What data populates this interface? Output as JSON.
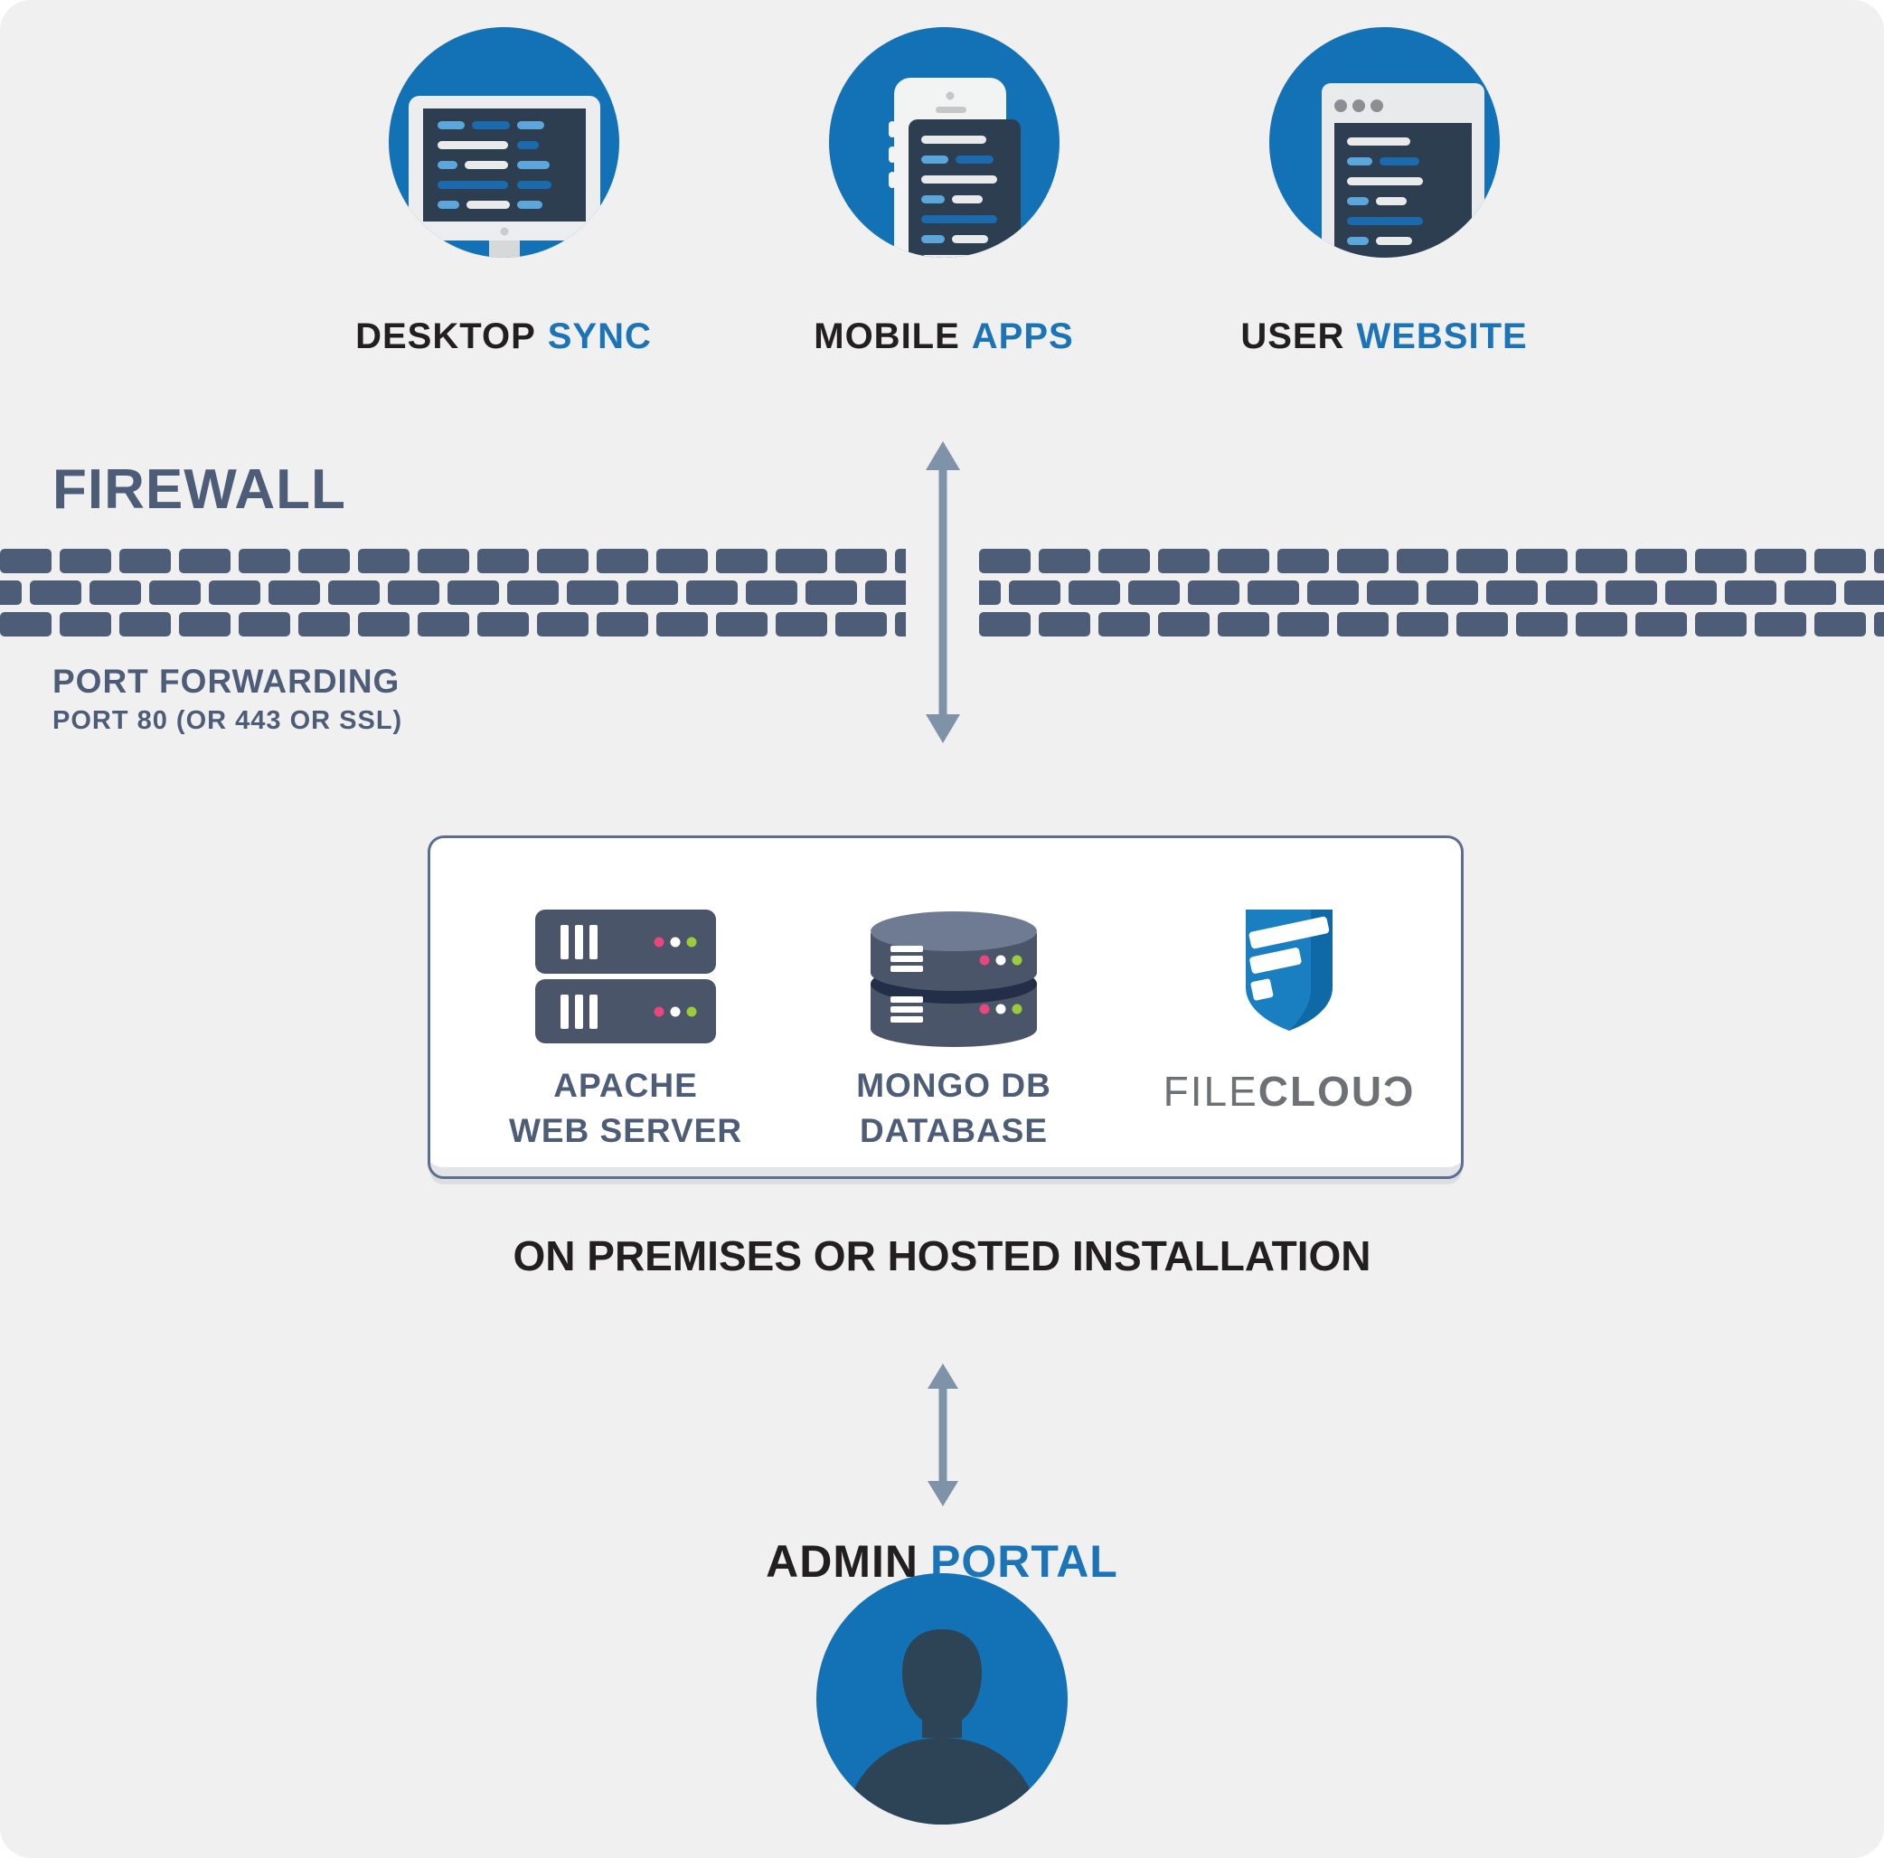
{
  "colors": {
    "background": "#f0f0f1",
    "accent_blue_circle": "#1272b5",
    "accent_blue_text": "#1b74b8",
    "dark_text": "#231f20",
    "slate": "#4d5c77",
    "arrow_gray": "#7e93a7",
    "card_border": "#5c6d90",
    "server_body": "#4b5569",
    "mongo_top": "#6e7b93",
    "led_pink": "#e9467c",
    "led_green": "#9ccb3b",
    "screen_dark": "#2c3e50",
    "logo_gray": "#6d7175",
    "silhouette": "#2d4356"
  },
  "clients": [
    {
      "icon": "desktop-sync-icon",
      "label_dark": "DESKTOP",
      "label_accent": "SYNC"
    },
    {
      "icon": "mobile-apps-icon",
      "label_dark": "MOBILE",
      "label_accent": "APPS"
    },
    {
      "icon": "user-website-icon",
      "label_dark": "USER",
      "label_accent": "WEBSITE"
    }
  ],
  "firewall": {
    "title": "FIREWALL",
    "subtitle": "PORT FORWARDING",
    "detail": "PORT 80 (OR 443 OR SSL)"
  },
  "installation": {
    "caption": "ON PREMISES OR HOSTED INSTALLATION",
    "components": [
      {
        "icon": "apache-server-icon",
        "label_line1": "APACHE",
        "label_line2": "WEB SERVER"
      },
      {
        "icon": "mongodb-icon",
        "label_line1": "MONGO DB",
        "label_line2": "DATABASE"
      }
    ],
    "logo": {
      "thin": "FILE",
      "bold": "CLOUƆ"
    }
  },
  "admin": {
    "label_dark": "ADMIN",
    "label_accent": "PORTAL",
    "icon": "admin-avatar-icon"
  }
}
